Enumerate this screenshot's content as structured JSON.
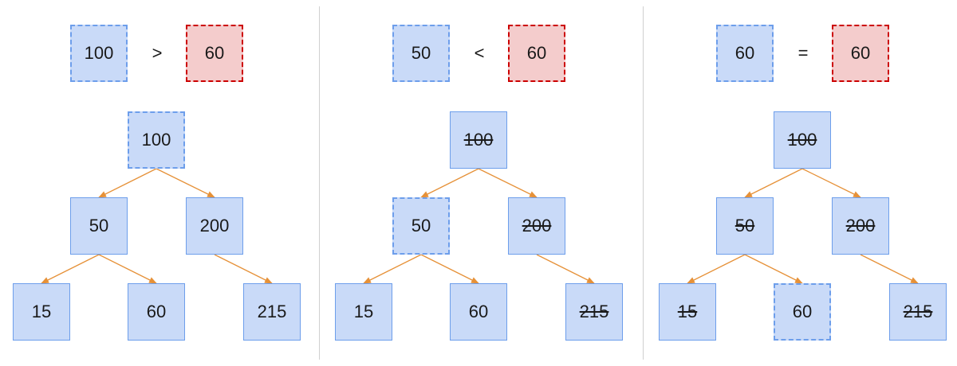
{
  "colors": {
    "node_fill": "#c9daf8",
    "node_border": "#6d9eeb",
    "target_fill": "#f4cccc",
    "target_border": "#cc0000",
    "edge": "#e69138"
  },
  "panels": [
    {
      "comparison": {
        "left": "100",
        "operator": ">",
        "right": "60"
      },
      "nodes": {
        "root": {
          "label": "100",
          "current": true,
          "struck": false
        },
        "left": {
          "label": "50",
          "current": false,
          "struck": false
        },
        "right": {
          "label": "200",
          "current": false,
          "struck": false
        },
        "left_left": {
          "label": "15",
          "current": false,
          "struck": false
        },
        "left_right": {
          "label": "60",
          "current": false,
          "struck": false
        },
        "right_right": {
          "label": "215",
          "current": false,
          "struck": false
        }
      }
    },
    {
      "comparison": {
        "left": "50",
        "operator": "<",
        "right": "60"
      },
      "nodes": {
        "root": {
          "label": "100",
          "current": false,
          "struck": true
        },
        "left": {
          "label": "50",
          "current": true,
          "struck": false
        },
        "right": {
          "label": "200",
          "current": false,
          "struck": true
        },
        "left_left": {
          "label": "15",
          "current": false,
          "struck": false
        },
        "left_right": {
          "label": "60",
          "current": false,
          "struck": false
        },
        "right_right": {
          "label": "215",
          "current": false,
          "struck": true
        }
      }
    },
    {
      "comparison": {
        "left": "60",
        "operator": "=",
        "right": "60"
      },
      "nodes": {
        "root": {
          "label": "100",
          "current": false,
          "struck": true
        },
        "left": {
          "label": "50",
          "current": false,
          "struck": true
        },
        "right": {
          "label": "200",
          "current": false,
          "struck": true
        },
        "left_left": {
          "label": "15",
          "current": false,
          "struck": true
        },
        "left_right": {
          "label": "60",
          "current": true,
          "struck": false
        },
        "right_right": {
          "label": "215",
          "current": false,
          "struck": true
        }
      }
    }
  ]
}
